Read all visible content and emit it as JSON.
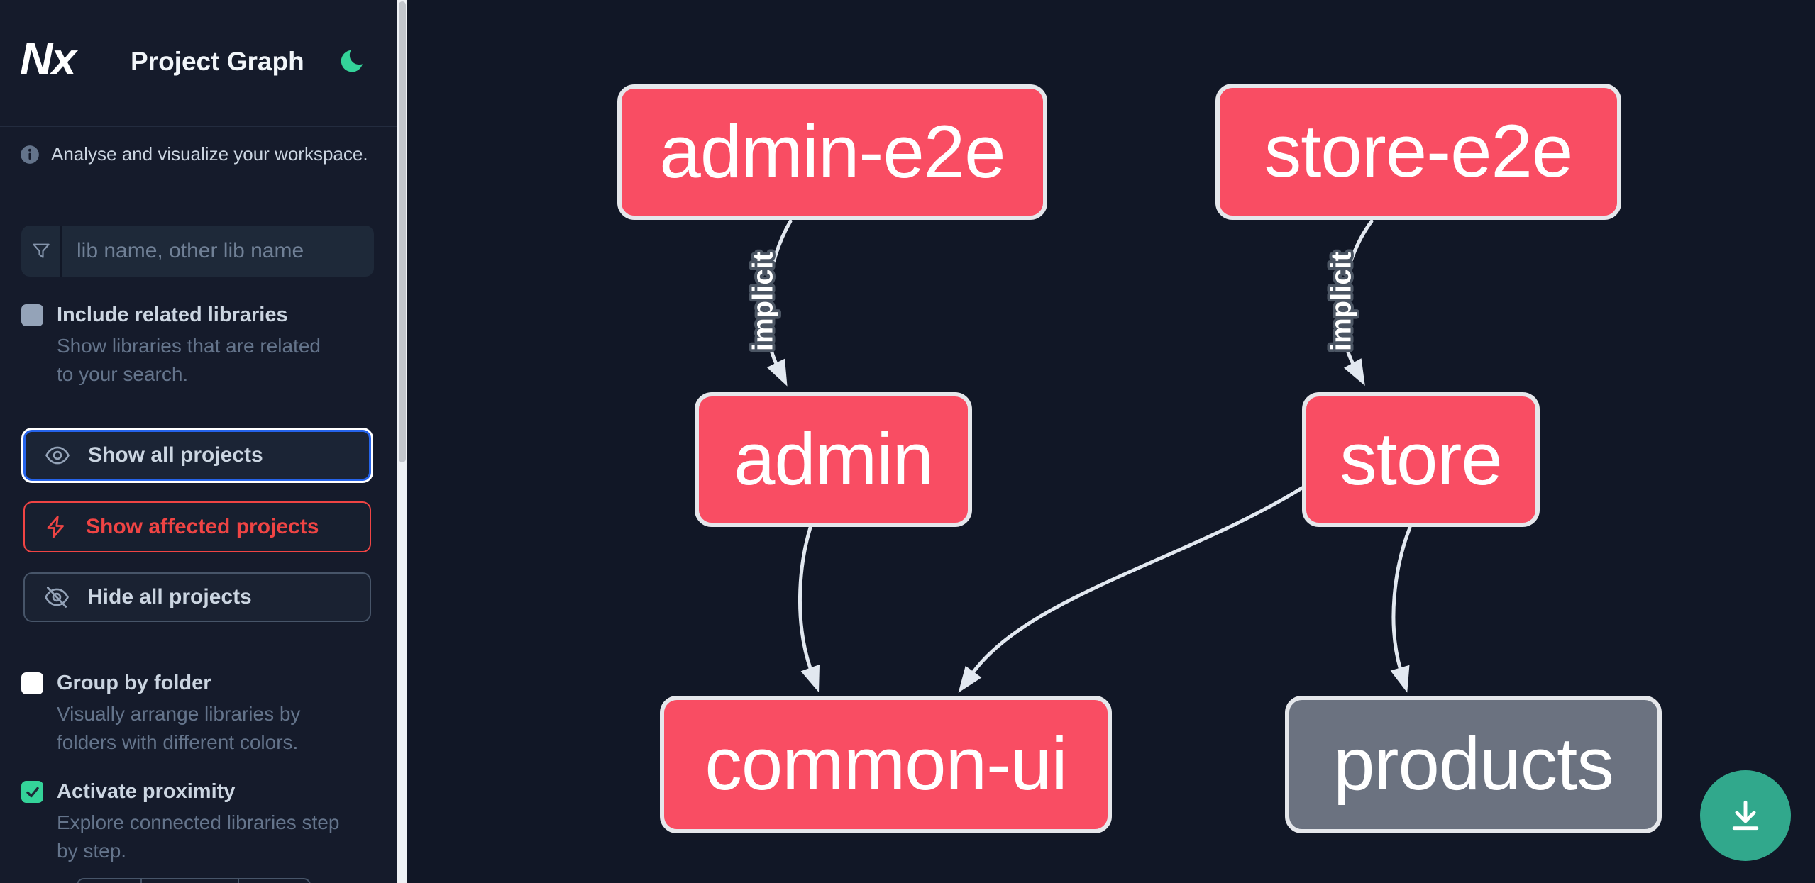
{
  "header": {
    "logo_text": "Nx",
    "title": "Project Graph"
  },
  "sidebar": {
    "tagline": "Analyse and visualize your workspace.",
    "search_placeholder": "lib name, other lib name",
    "include_related": {
      "label": "Include related libraries",
      "description": "Show libraries that are related to your search.",
      "checked": false
    },
    "buttons": {
      "show_all": "Show all projects",
      "show_affected": "Show affected projects",
      "hide_all": "Hide all projects"
    },
    "group_by_folder": {
      "label": "Group by folder",
      "description": "Visually arrange libraries by folders with different colors.",
      "checked": false
    },
    "activate_proximity": {
      "label": "Activate proximity",
      "description": "Explore connected libraries step by step.",
      "checked": true
    }
  },
  "graph": {
    "nodes": [
      {
        "id": "admin-e2e",
        "label": "admin-e2e",
        "style": "focused"
      },
      {
        "id": "store-e2e",
        "label": "store-e2e",
        "style": "focused"
      },
      {
        "id": "admin",
        "label": "admin",
        "style": "focused"
      },
      {
        "id": "store",
        "label": "store",
        "style": "focused"
      },
      {
        "id": "common-ui",
        "label": "common-ui",
        "style": "focused"
      },
      {
        "id": "products",
        "label": "products",
        "style": "unfocused"
      }
    ],
    "edges": [
      {
        "source": "admin-e2e",
        "target": "admin",
        "label": "implicit"
      },
      {
        "source": "store-e2e",
        "target": "store",
        "label": "implicit"
      },
      {
        "source": "admin",
        "target": "common-ui",
        "label": ""
      },
      {
        "source": "store",
        "target": "common-ui",
        "label": ""
      },
      {
        "source": "store",
        "target": "products",
        "label": ""
      }
    ]
  },
  "icons": {
    "theme": "moon-icon",
    "tagline": "info-icon",
    "search": "funnel-icon",
    "show_all": "eye-icon",
    "show_affected": "bolt-icon",
    "hide_all": "eye-slash-icon",
    "export": "download-icon"
  },
  "colors": {
    "sidebar_bg": "#151b2b",
    "canvas_bg": "#111726",
    "node_pink": "#f94d63",
    "node_gray": "#6b7280",
    "node_border": "#e5e7eb",
    "edge": "#e2e8f0",
    "accent_blue": "#2563eb",
    "accent_red": "#ef4444",
    "accent_green": "#34d399",
    "fab_green": "#31a88c"
  }
}
